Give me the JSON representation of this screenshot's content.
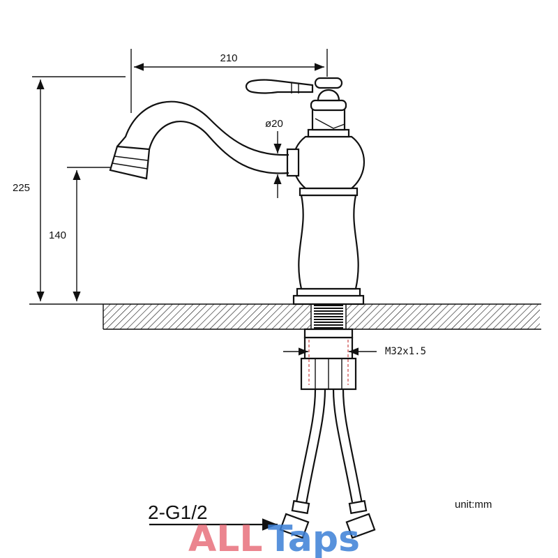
{
  "dimensions": {
    "spout_reach": "210",
    "total_height": "225",
    "spout_height": "140",
    "pipe_diameter": "ø20",
    "thread": "M32x1.5",
    "inlet": "2-G1/2"
  },
  "unit_label": "unit:mm",
  "watermark": {
    "part1": "ALL",
    "part2": "Taps",
    "color1": "#e8707c",
    "color2": "#3b7fd6"
  }
}
